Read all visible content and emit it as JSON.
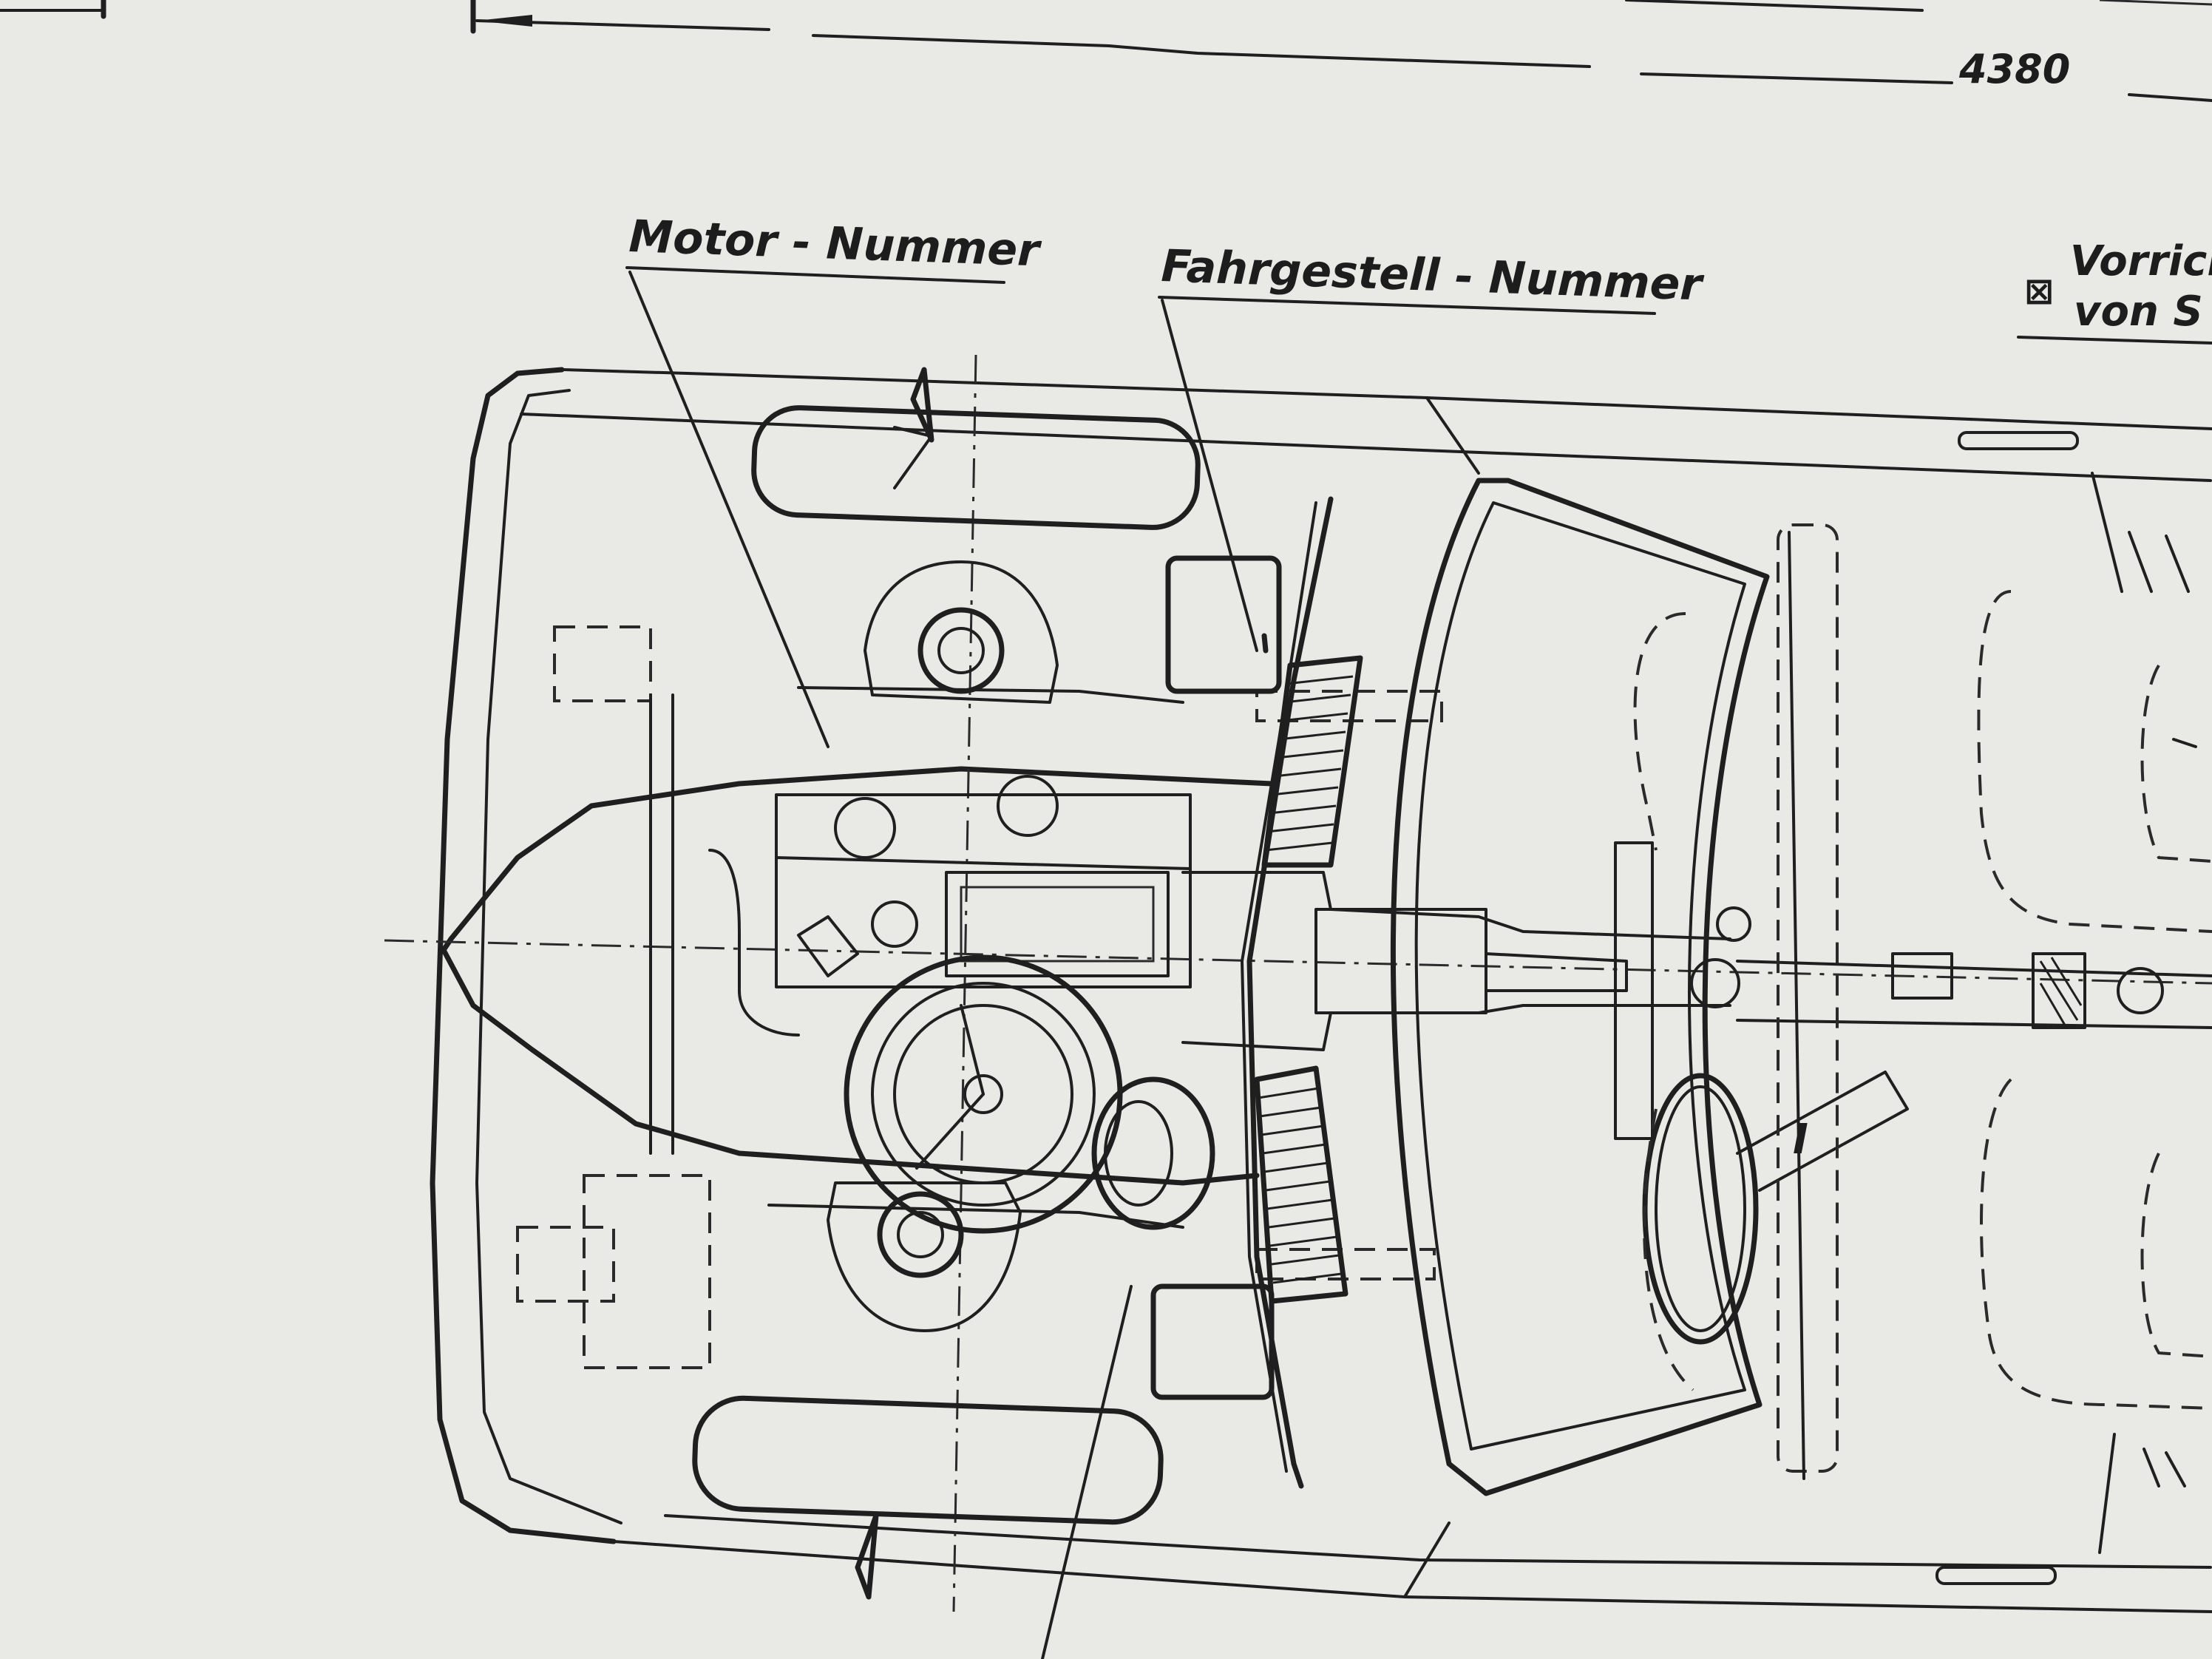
{
  "dimension": {
    "value": "4380"
  },
  "labels": {
    "motor": "Motor - Nummer",
    "chassis": "Fahrgestell - Nummer",
    "device_line1": "Vorrich",
    "device_line2": "von S",
    "mark_symbol": "⊠",
    "roman": "I"
  }
}
